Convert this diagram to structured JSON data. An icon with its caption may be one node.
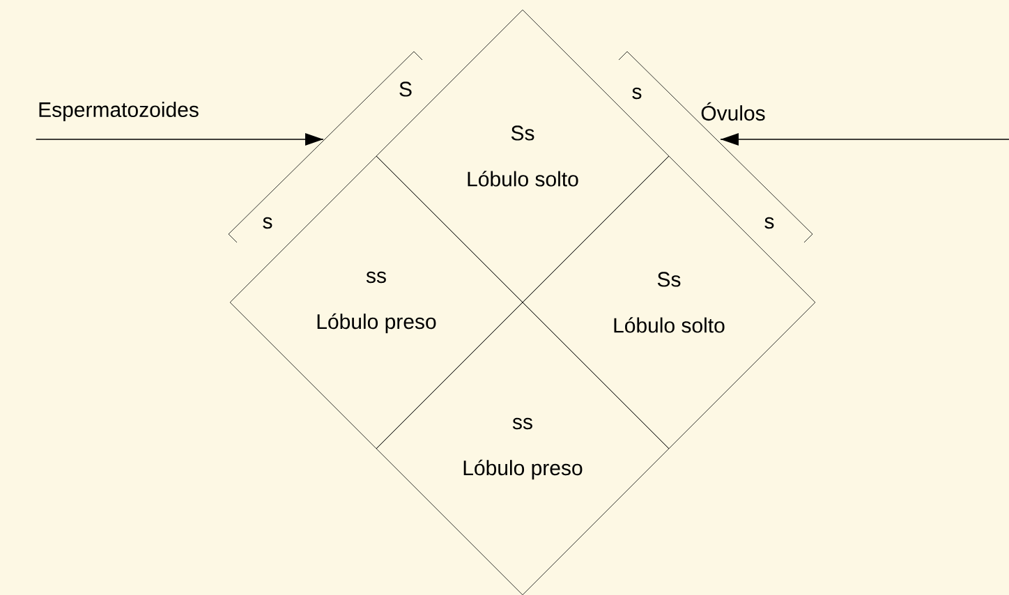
{
  "diagram": {
    "nodes": [
      {
        "text": [
          "Ss",
          "Lóbulo solto"
        ]
      },
      {
        "text": [
          "ss",
          "Lóbulo preso"
        ]
      },
      {
        "text": [
          "Ss",
          "Lóbulo solto"
        ]
      },
      {
        "text": [
          "ss",
          "Lóbulo preso"
        ]
      },
      {
        "text": [
          "Espermatozoides"
        ]
      },
      {
        "text": [],
        "shape": "bracket"
      },
      {
        "text": [],
        "shape": "bracket"
      }
    ],
    "edges": [
      {
        "from": 4,
        "to": 5,
        "arrow": "to"
      },
      {
        "from": null,
        "to": 6,
        "arrow": "to"
      }
    ],
    "labels": [
      "S",
      "Óvulos",
      "s",
      "s",
      "s"
    ]
  }
}
